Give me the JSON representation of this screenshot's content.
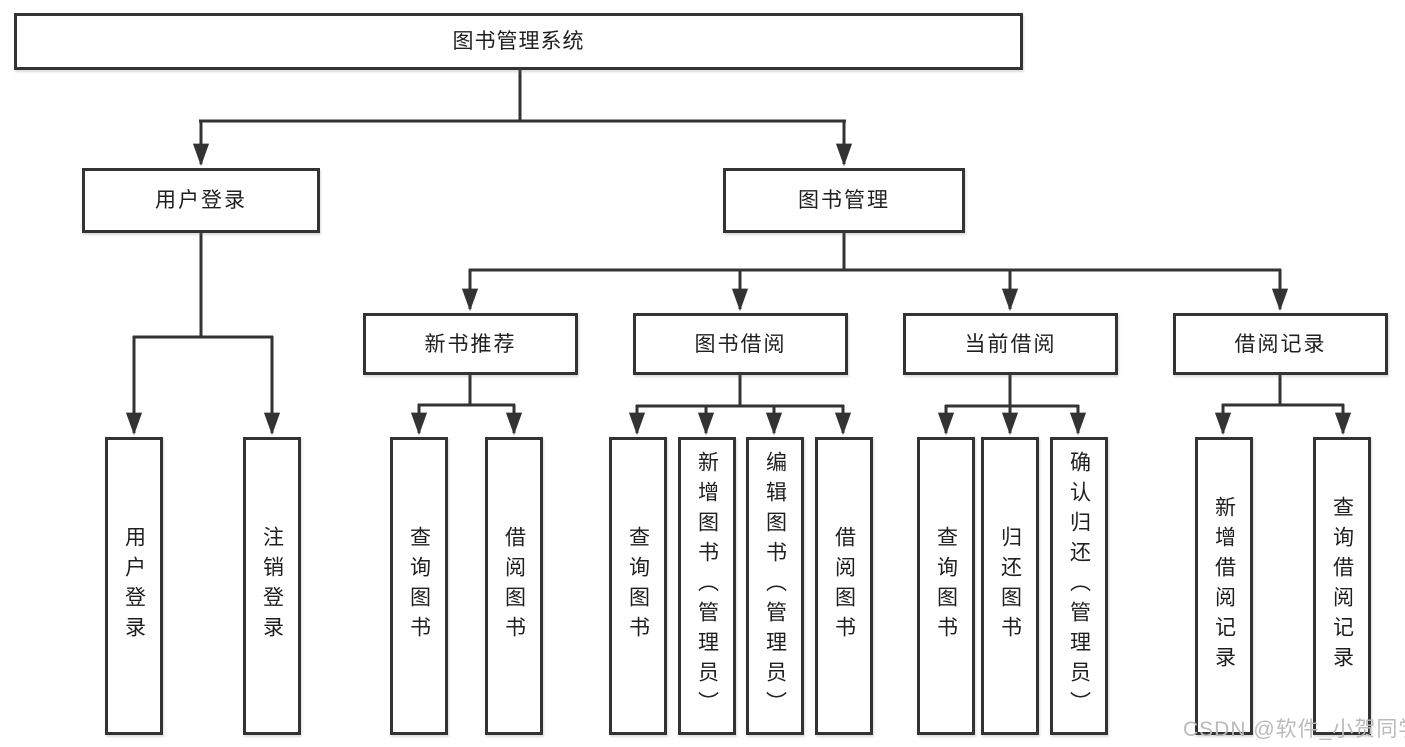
{
  "title": {
    "label": "图书管理系统"
  },
  "level2": [
    {
      "label": "用户登录"
    },
    {
      "label": "图书管理"
    }
  ],
  "level3": [
    {
      "label": "新书推荐"
    },
    {
      "label": "图书借阅"
    },
    {
      "label": "当前借阅"
    },
    {
      "label": "借阅记录"
    }
  ],
  "leaves": {
    "login": [
      {
        "label": "用户登录"
      },
      {
        "label": "注销登录"
      }
    ],
    "recommend": [
      {
        "label": "查询图书"
      },
      {
        "label": "借阅图书"
      }
    ],
    "borrow": [
      {
        "label": "查询图书"
      },
      {
        "label": "新增图书（管理员）"
      },
      {
        "label": "编辑图书（管理员）"
      },
      {
        "label": "借阅图书"
      }
    ],
    "current": [
      {
        "label": "查询图书"
      },
      {
        "label": "归还图书"
      },
      {
        "label": "确认归还（管理员）"
      }
    ],
    "records": [
      {
        "label": "新增借阅记录"
      },
      {
        "label": "查询借阅记录"
      }
    ]
  },
  "watermark": {
    "text": "CSDN @软件_小贺同学"
  },
  "colors": {
    "line": "#333333",
    "text": "#1f1f1f",
    "box_background": "#ffffff",
    "watermark": "#bbbbbb"
  }
}
